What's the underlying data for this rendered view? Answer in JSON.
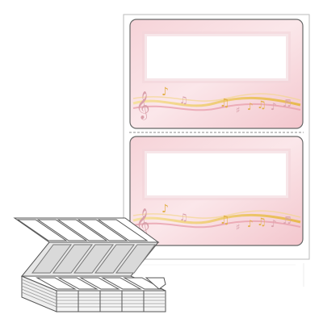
{
  "product": {
    "kind": "fanfold-label-sheet",
    "labels_per_sheet": 2,
    "label_design": "music-notes-pink-frame"
  },
  "palette": {
    "frame_pink": "#f3c9cf",
    "wave_gold": "#f1c86a",
    "wave_pink": "#e9a0ad",
    "note_gold": "#e3b04b",
    "note_pink": "#d9a1ab",
    "outline": "#666666"
  },
  "icons": [
    "treble-clef-icon",
    "music-note-icon"
  ]
}
